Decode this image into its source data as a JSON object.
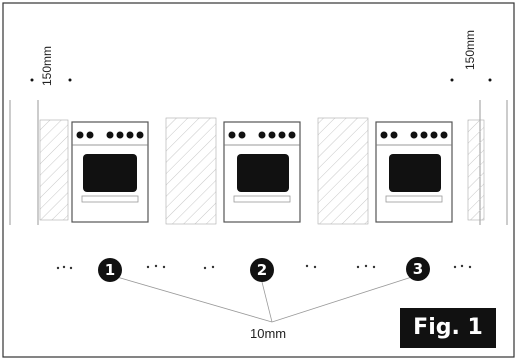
{
  "diagram": {
    "top_clearance_left": "150mm",
    "top_clearance_right": "150mm",
    "side_gap_label": "10mm",
    "positions": [
      {
        "number": "1"
      },
      {
        "number": "2"
      },
      {
        "number": "3"
      }
    ],
    "figure_label": "Fig. 1"
  },
  "colors": {
    "ink": "#111111",
    "outline": "#555555",
    "hatch": "#bbbbbb",
    "oven_window": "#111111",
    "background": "#ffffff"
  }
}
